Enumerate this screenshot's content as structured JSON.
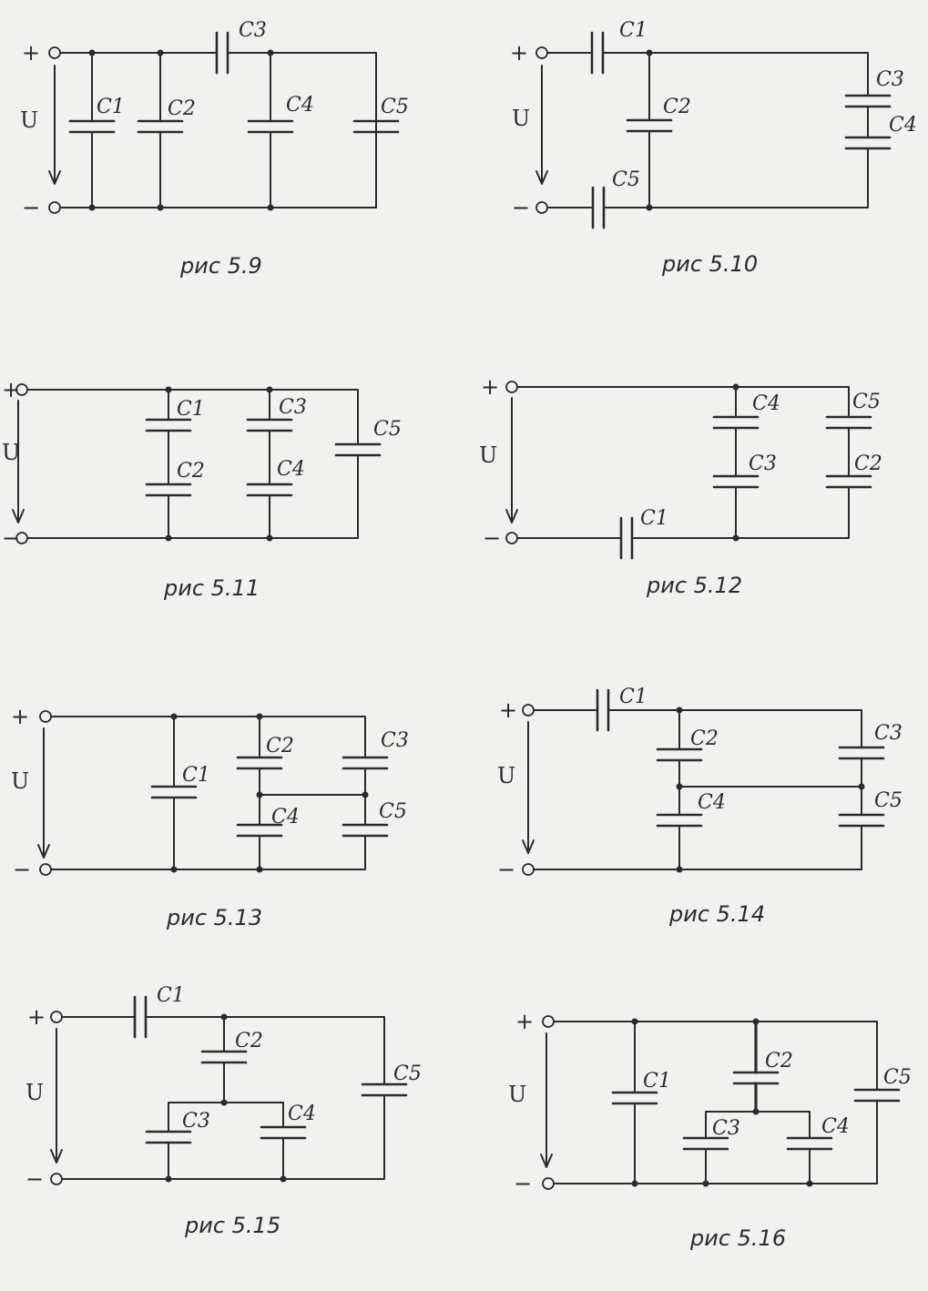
{
  "figures": [
    {
      "id": "5.9",
      "caption": "рис 5.9",
      "plus": "+",
      "minus": "−",
      "voltage": "U",
      "labels": {
        "c1": "C1",
        "c2": "C2",
        "c3": "C3",
        "c4": "C4",
        "c5": "C5"
      }
    },
    {
      "id": "5.10",
      "caption": "рис 5.10",
      "plus": "+",
      "minus": "−",
      "voltage": "U",
      "labels": {
        "c1": "C1",
        "c2": "C2",
        "c3": "C3",
        "c4": "C4",
        "c5": "C5"
      }
    },
    {
      "id": "5.11",
      "caption": "рис 5.11",
      "plus": "+",
      "minus": "−",
      "voltage": "U",
      "labels": {
        "c1": "C1",
        "c2": "C2",
        "c3": "C3",
        "c4": "C4",
        "c5": "C5"
      }
    },
    {
      "id": "5.12",
      "caption": "рис 5.12",
      "plus": "+",
      "minus": "−",
      "voltage": "U",
      "labels": {
        "c1": "C1",
        "c2": "C2",
        "c3": "C3",
        "c4": "C4",
        "c5": "C5"
      }
    },
    {
      "id": "5.13",
      "caption": "рис 5.13",
      "plus": "+",
      "minus": "−",
      "voltage": "U",
      "labels": {
        "c1": "C1",
        "c2": "C2",
        "c3": "C3",
        "c4": "C4",
        "c5": "C5"
      }
    },
    {
      "id": "5.14",
      "caption": "рис 5.14",
      "plus": "+",
      "minus": "−",
      "voltage": "U",
      "labels": {
        "c1": "C1",
        "c2": "C2",
        "c3": "C3",
        "c4": "C4",
        "c5": "C5"
      }
    },
    {
      "id": "5.15",
      "caption": "рис 5.15",
      "plus": "+",
      "minus": "−",
      "voltage": "U",
      "labels": {
        "c1": "C1",
        "c2": "C2",
        "c3": "C3",
        "c4": "C4",
        "c5": "C5"
      }
    },
    {
      "id": "5.16",
      "caption": "рис 5.16",
      "plus": "+",
      "minus": "−",
      "voltage": "U",
      "labels": {
        "c1": "C1",
        "c2": "C2",
        "c3": "C3",
        "c4": "C4",
        "c5": "C5"
      }
    }
  ]
}
